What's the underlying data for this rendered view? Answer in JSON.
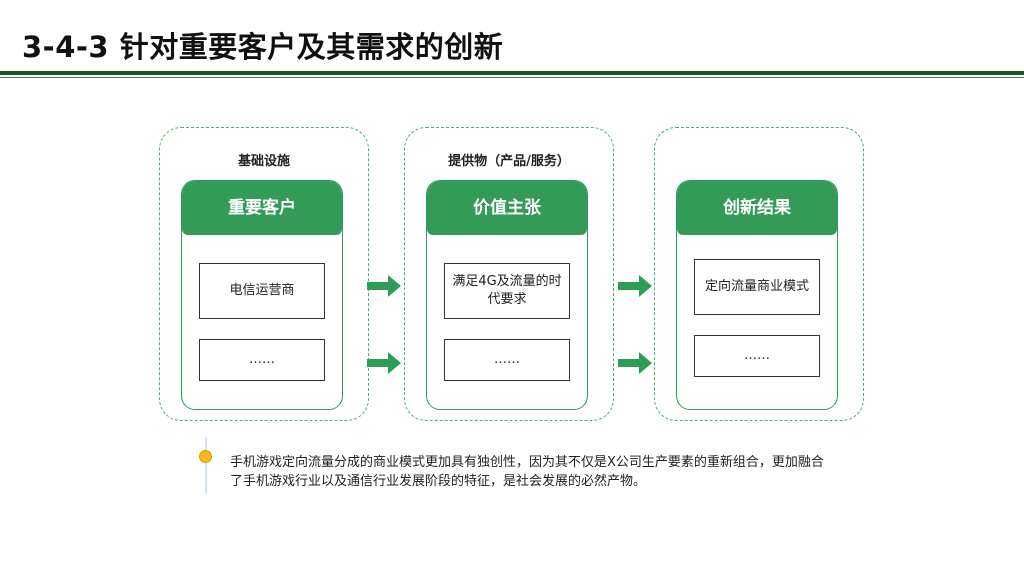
{
  "slide": {
    "title": "3-4-3 针对重要客户及其需求的创新"
  },
  "columns": [
    {
      "group_label": "基础设施",
      "header": "重要客户",
      "items": [
        "电信运营商",
        "……"
      ]
    },
    {
      "group_label": "提供物（产品/服务）",
      "header": "价值主张",
      "items": [
        "满足4G及流量的时代要求",
        "……"
      ]
    },
    {
      "group_label": "",
      "header": "创新结果",
      "items": [
        "定向流量商业模式",
        "……"
      ]
    }
  ],
  "note": "手机游戏定向流量分成的商业模式更加具有独创性，因为其不仅是X公司生产要素的重新组合，更加融合了手机游戏行业以及通信行业发展阶段的特征，是社会发展的必然产物。",
  "colors": {
    "accent_green": "#339a57",
    "dashed_border": "#4caf6a",
    "title_rule": "#1f4f2a",
    "bullet": "#f6b81a"
  },
  "icons": [
    "arrow-right-icon",
    "bullet-dot-icon"
  ]
}
